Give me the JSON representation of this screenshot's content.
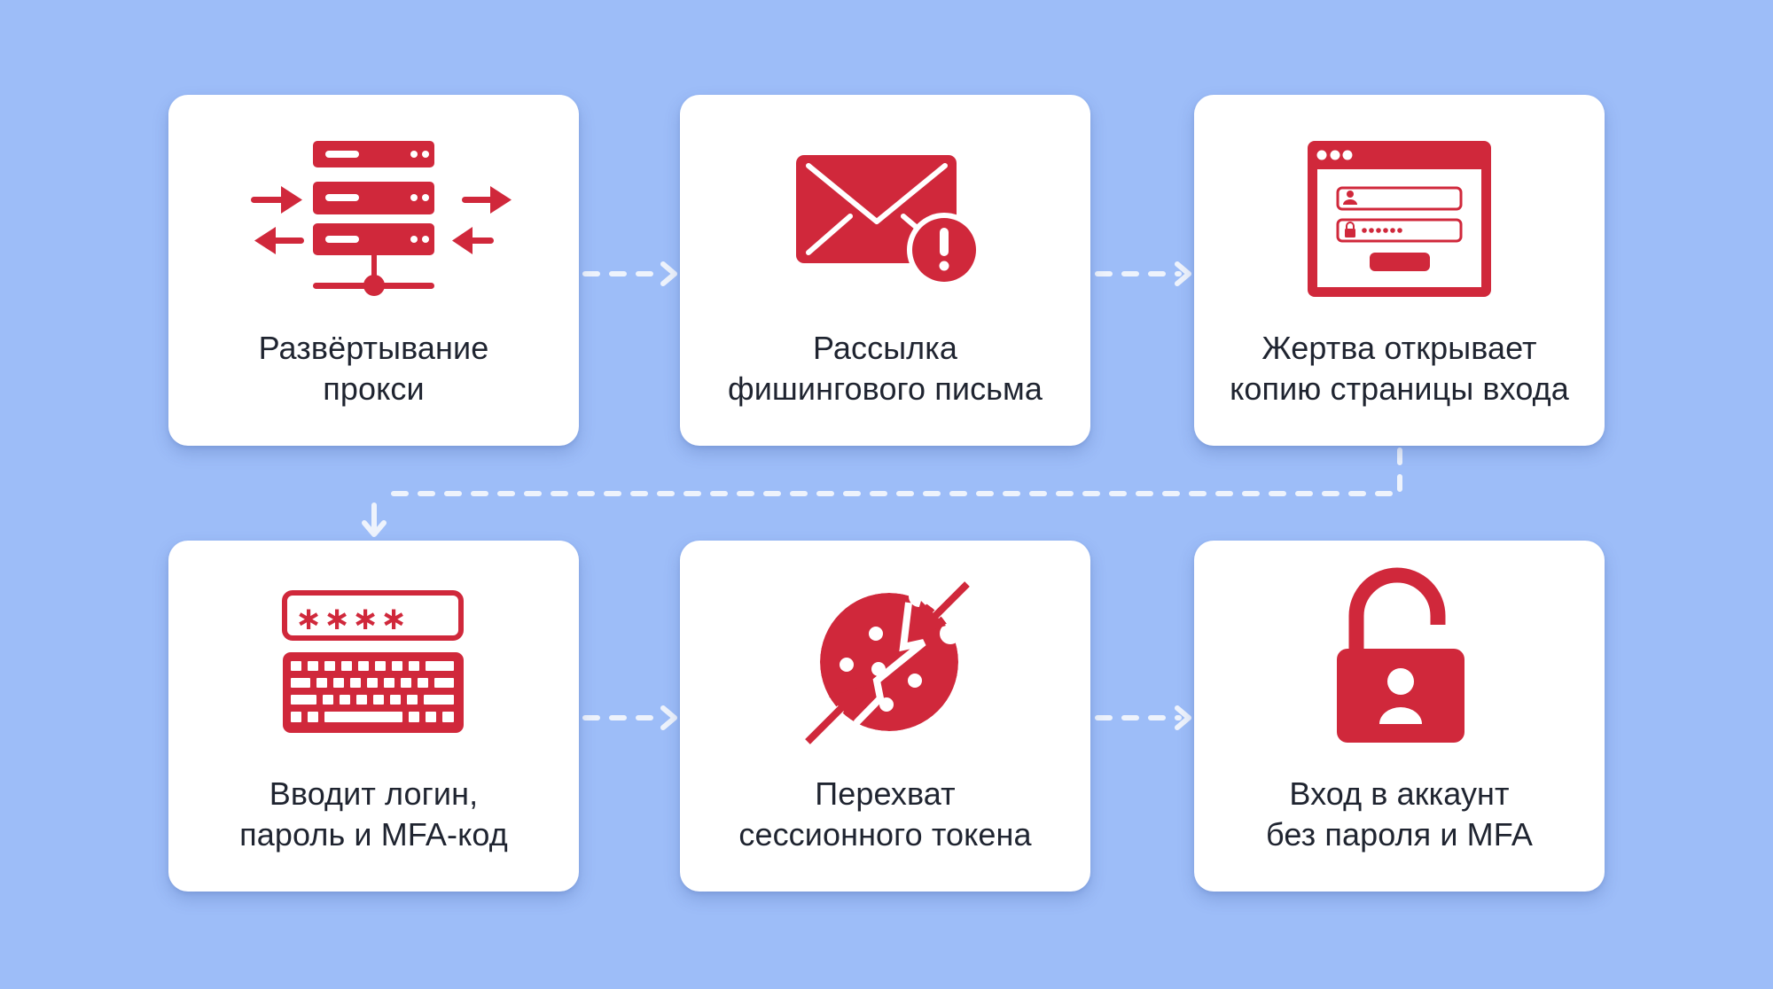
{
  "diagram": {
    "title": "",
    "colors": {
      "background": "#9dbdf8",
      "card": "#ffffff",
      "icon": "#d0283b",
      "text": "#1f2430",
      "connector": "#eef3fc"
    },
    "steps": [
      {
        "id": 1,
        "icon": "server-proxy-icon",
        "line1": "Развёртывание",
        "line2": "прокси"
      },
      {
        "id": 2,
        "icon": "phishing-email-icon",
        "line1": "Рассылка",
        "line2": "фишингового письма"
      },
      {
        "id": 3,
        "icon": "login-page-icon",
        "line1": "Жертва открывает",
        "line2": "копию страницы входа"
      },
      {
        "id": 4,
        "icon": "keyboard-password-icon",
        "line1": "Вводит логин,",
        "line2": "пароль и MFA-код"
      },
      {
        "id": 5,
        "icon": "cookie-intercept-icon",
        "line1": "Перехват",
        "line2": "сессионного токена"
      },
      {
        "id": 6,
        "icon": "unlocked-account-icon",
        "line1": "Вход в аккаунт",
        "line2": "без пароля и MFA"
      }
    ],
    "edges": [
      {
        "from": 1,
        "to": 2,
        "style": "dashed-arrow"
      },
      {
        "from": 2,
        "to": 3,
        "style": "dashed-arrow"
      },
      {
        "from": 3,
        "to": 4,
        "style": "dashed-arrow"
      },
      {
        "from": 4,
        "to": 5,
        "style": "dashed-arrow"
      },
      {
        "from": 5,
        "to": 6,
        "style": "dashed-arrow"
      }
    ]
  }
}
